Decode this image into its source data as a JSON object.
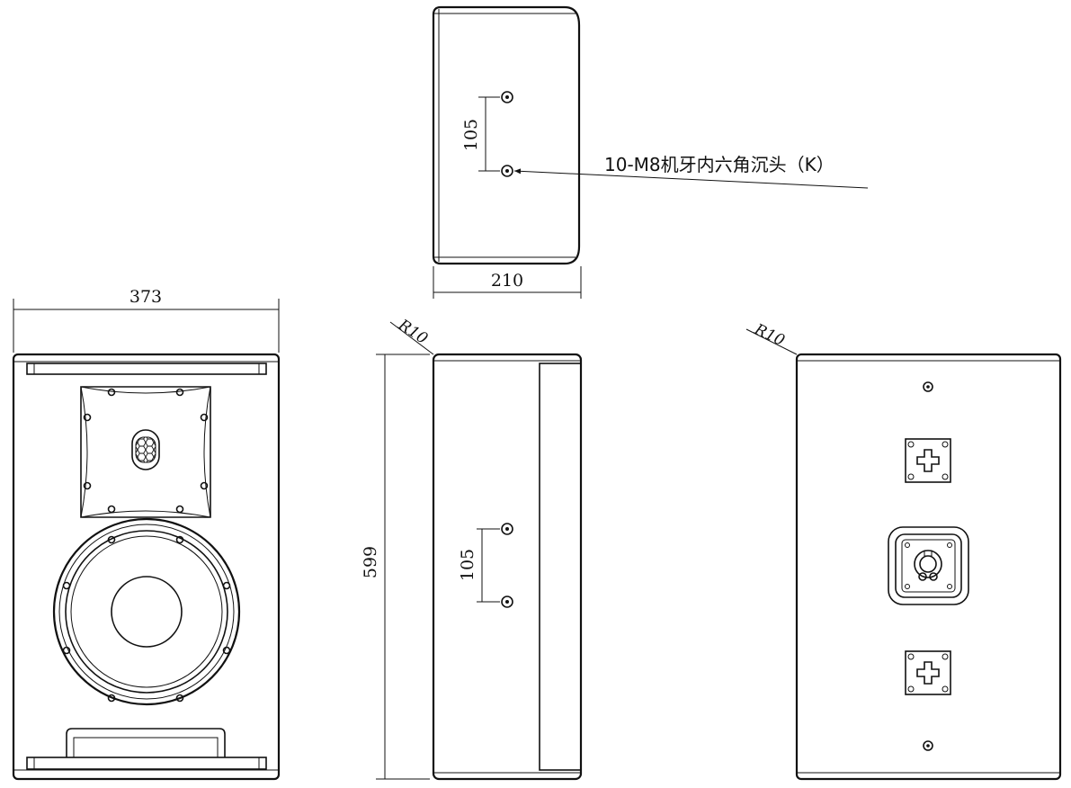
{
  "labels": {
    "width_front": "373",
    "height_side": "599",
    "depth_top": "210",
    "spacing_top": "105",
    "spacing_side": "105",
    "radius_side": "R10",
    "radius_back": "R10",
    "note": "10-M8机牙内六角沉头（K）"
  }
}
